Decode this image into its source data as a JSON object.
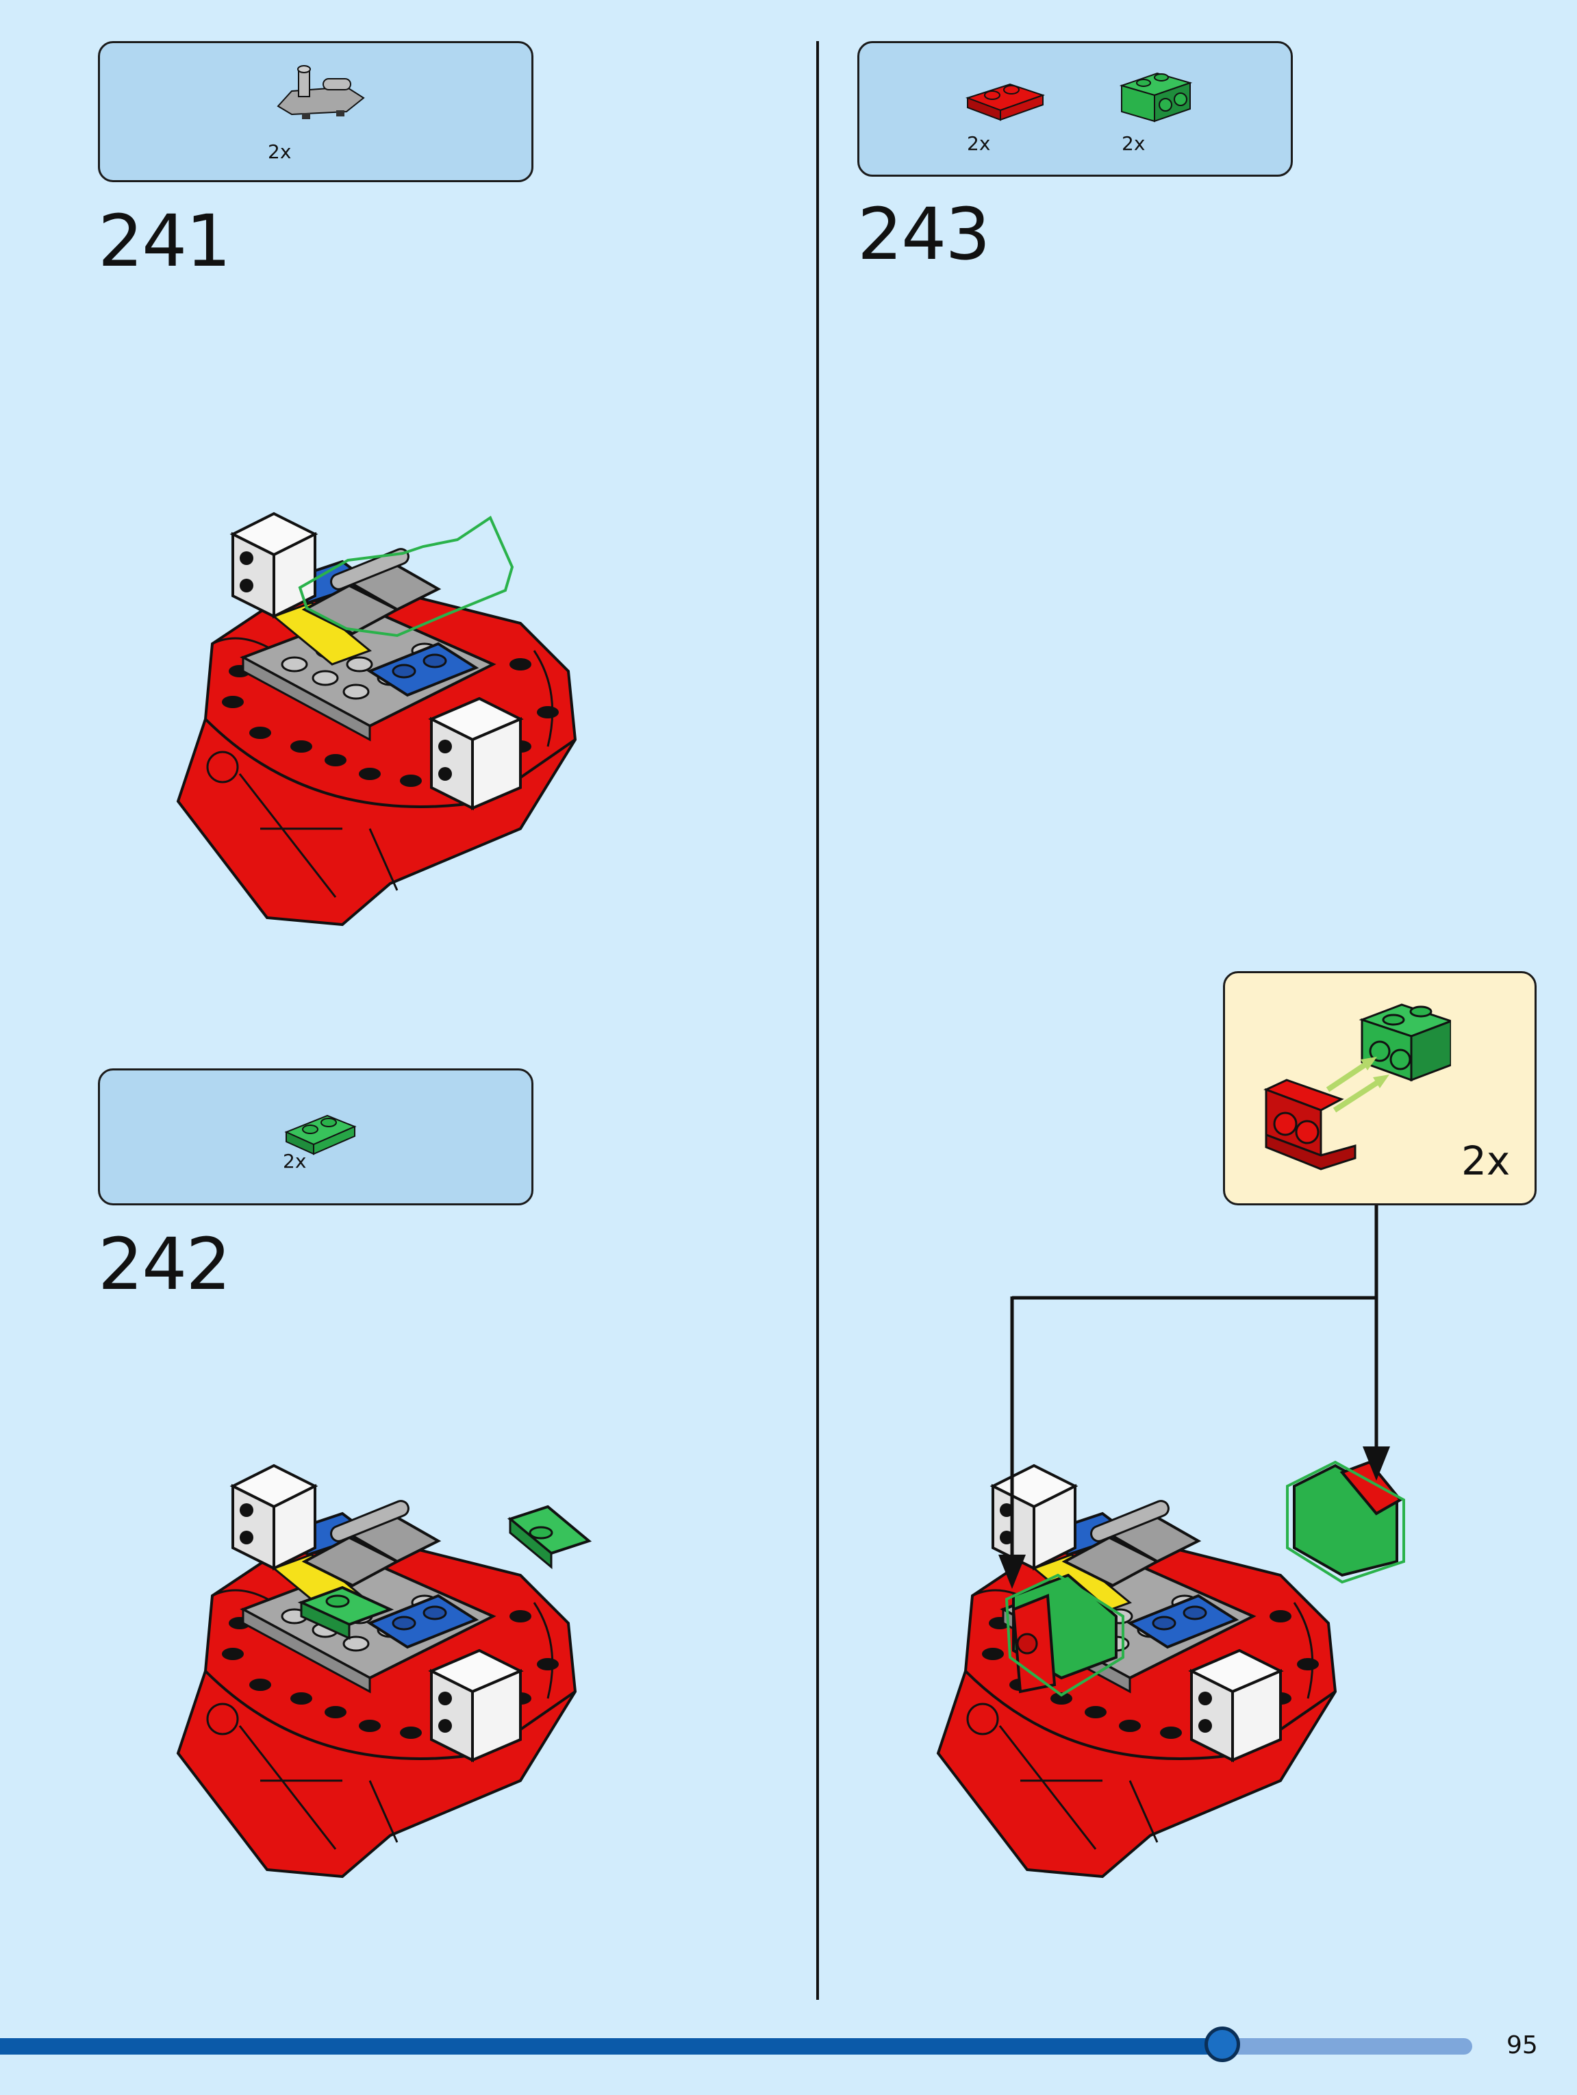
{
  "steps": [
    {
      "number": "241",
      "parts": [
        {
          "qty": "2x",
          "part": "light-bluish-gray-hinge-plate"
        }
      ]
    },
    {
      "number": "242",
      "parts": [
        {
          "qty": "2x",
          "part": "green-1x2-plate"
        }
      ]
    },
    {
      "number": "243",
      "parts": [
        {
          "qty": "2x",
          "part": "red-1x2-bracket-plate"
        },
        {
          "qty": "2x",
          "part": "green-1x2-brick-with-side-studs"
        }
      ]
    }
  ],
  "subassembly": {
    "qty": "2x"
  },
  "progress": {
    "fraction": 0.83
  },
  "page_number": "95",
  "colors": {
    "background": "#d2ecfc",
    "parts_box": "#b1d7f1",
    "subassembly_box": "#fdf2cc",
    "red": "#e3110f",
    "green": "#2ab24b",
    "blue": "#2563c7",
    "gray": "#a7a7a7",
    "white": "#f4f4f4",
    "yellow": "#f5e11a",
    "progress": "#0b5aa9"
  }
}
